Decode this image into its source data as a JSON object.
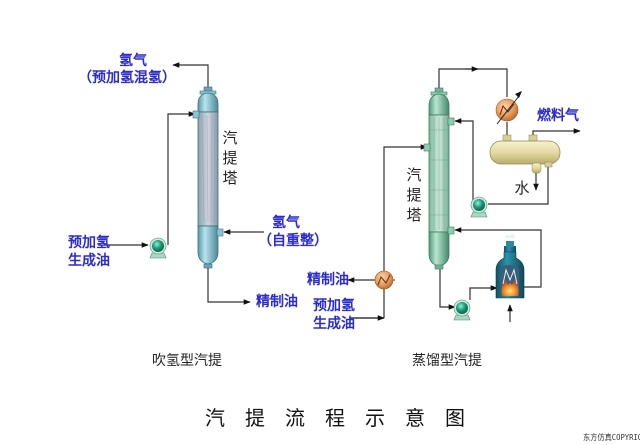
{
  "left_unit": {
    "caption": "吹氢型汽提",
    "column_label": [
      "汽",
      "提",
      "塔"
    ],
    "top_outlet_label": [
      "氢气",
      "（预加氢混氢）"
    ],
    "side_inlet_label": [
      "氢气",
      "（自重整）"
    ],
    "feed_label": [
      "预加氢",
      "生成油"
    ],
    "bottom_outlet_label": "精制油"
  },
  "right_unit": {
    "caption": "蒸馏型汽提",
    "column_label": [
      "汽",
      "提",
      "塔"
    ],
    "fuel_gas_label": "燃料气",
    "water_label": "水",
    "product_label": "精制油",
    "feed_label": [
      "预加氢",
      "生成油"
    ]
  },
  "title": "汽提流程示意图",
  "copyright": "东方仿真COPYRIGHT",
  "colors": {
    "label_blue": "#2b2bd0",
    "left_column": "#8fc4d2",
    "right_column": "#7fc2a2",
    "pump": "#1f9a78",
    "heat_exchanger": "#e59a5c",
    "separator": "#e9e0a8",
    "furnace": "#1d6e86",
    "line": "#333333"
  }
}
